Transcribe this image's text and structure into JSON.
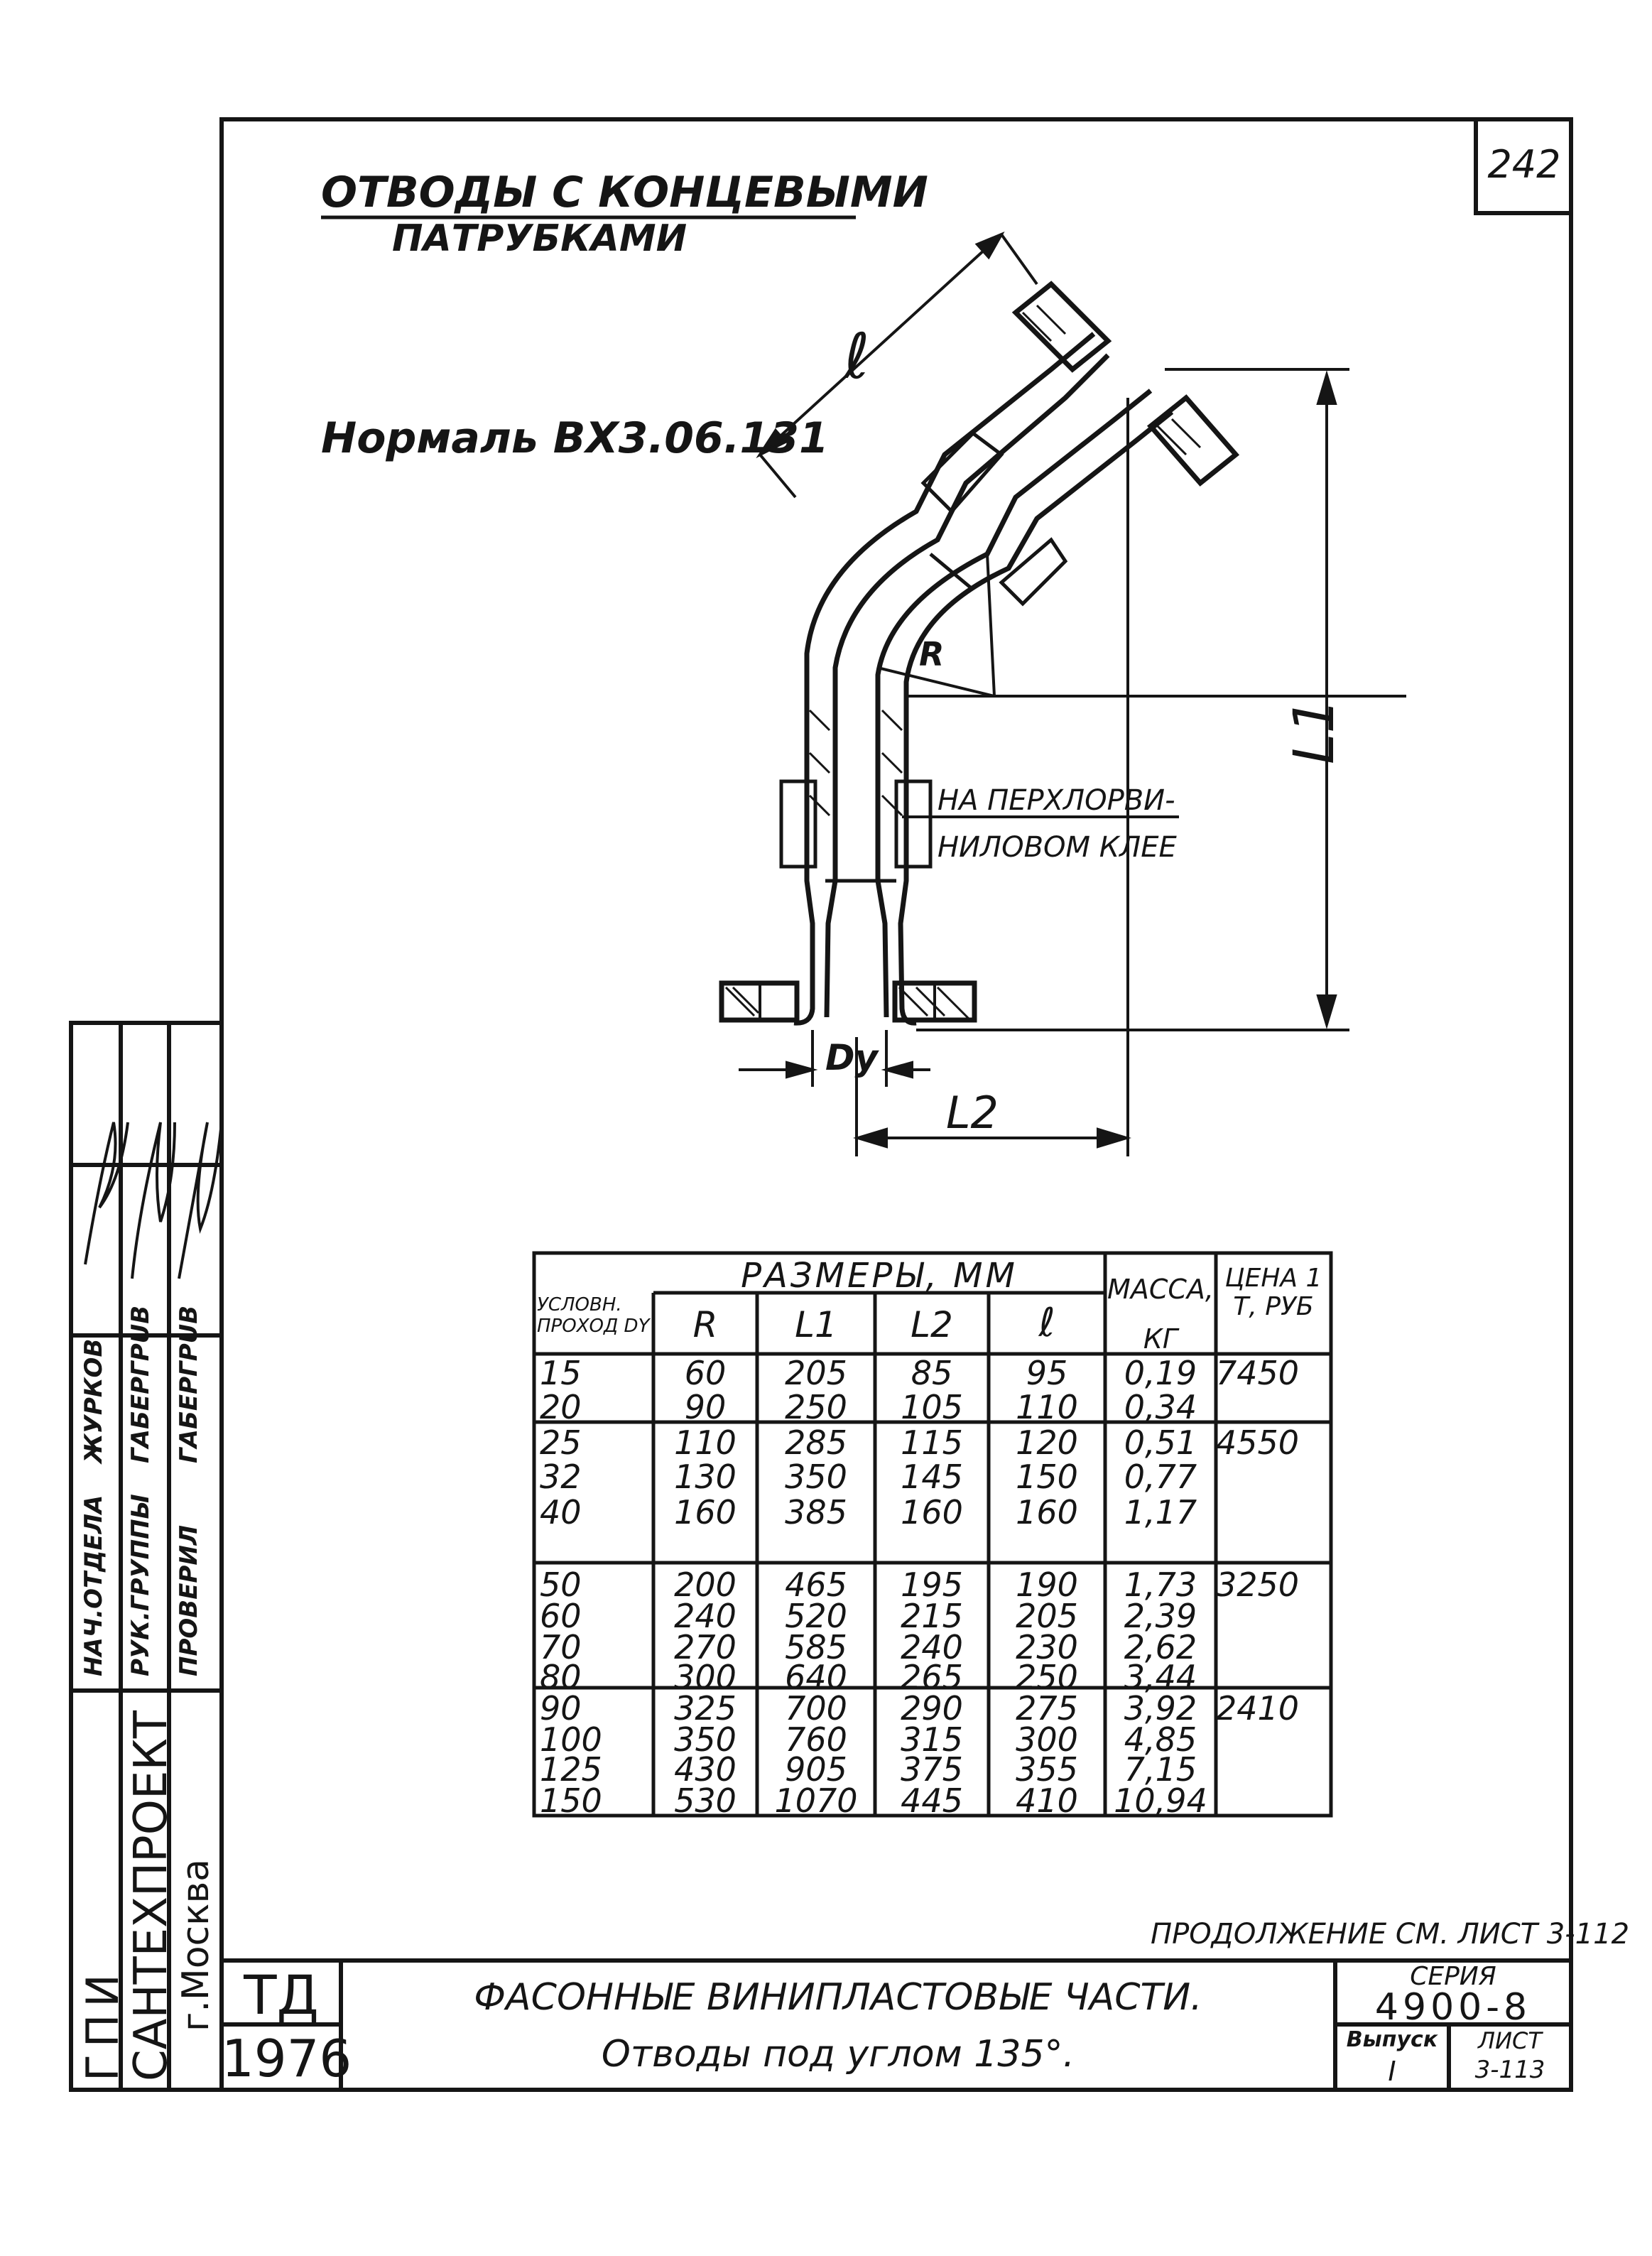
{
  "sheet_number": "242",
  "title": {
    "line1": "Отводы с концевыми",
    "line2": "патрубками"
  },
  "norm_label": "Нормаль ВХ3.06.131",
  "drawing_labels": {
    "l": "ℓ",
    "R": "R",
    "L1": "L1",
    "L2": "L2",
    "Dy": "Dy",
    "glue_note_line1": "На перхлорви-",
    "glue_note_line2": "ниловом клее"
  },
  "table": {
    "group_header": "Размеры, мм",
    "col_passage": "Условн. проход Dy",
    "col_R": "R",
    "col_L1": "L1",
    "col_L2": "L2",
    "col_l": "ℓ",
    "col_mass": "Масса, кг",
    "col_price": "Цена 1 т, руб",
    "rows": [
      {
        "dy": "15",
        "r": "60",
        "l1": "205",
        "l2": "85",
        "l": "95",
        "mass": "0,19",
        "price": "7450"
      },
      {
        "dy": "20",
        "r": "90",
        "l1": "250",
        "l2": "105",
        "l": "110",
        "mass": "0,34",
        "price": ""
      },
      {
        "dy": "25",
        "r": "110",
        "l1": "285",
        "l2": "115",
        "l": "120",
        "mass": "0,51",
        "price": "4550"
      },
      {
        "dy": "32",
        "r": "130",
        "l1": "350",
        "l2": "145",
        "l": "150",
        "mass": "0,77",
        "price": ""
      },
      {
        "dy": "40",
        "r": "160",
        "l1": "385",
        "l2": "160",
        "l": "160",
        "mass": "1,17",
        "price": ""
      },
      {
        "dy": "50",
        "r": "200",
        "l1": "465",
        "l2": "195",
        "l": "190",
        "mass": "1,73",
        "price": "3250"
      },
      {
        "dy": "60",
        "r": "240",
        "l1": "520",
        "l2": "215",
        "l": "205",
        "mass": "2,39",
        "price": ""
      },
      {
        "dy": "70",
        "r": "270",
        "l1": "585",
        "l2": "240",
        "l": "230",
        "mass": "2,62",
        "price": ""
      },
      {
        "dy": "80",
        "r": "300",
        "l1": "640",
        "l2": "265",
        "l": "250",
        "mass": "3,44",
        "price": ""
      },
      {
        "dy": "90",
        "r": "325",
        "l1": "700",
        "l2": "290",
        "l": "275",
        "mass": "3,92",
        "price": "2410"
      },
      {
        "dy": "100",
        "r": "350",
        "l1": "760",
        "l2": "315",
        "l": "300",
        "mass": "4,85",
        "price": ""
      },
      {
        "dy": "125",
        "r": "430",
        "l1": "905",
        "l2": "375",
        "l": "355",
        "mass": "7,15",
        "price": ""
      },
      {
        "dy": "150",
        "r": "530",
        "l1": "1070",
        "l2": "445",
        "l": "410",
        "mass": "10,94",
        "price": ""
      }
    ]
  },
  "continuation": "Продолжение см. лист 3-112",
  "stamp": {
    "td": "ТД",
    "year": "1976",
    "caption_line1": "Фасонные винипластовые части.",
    "caption_line2": "Отводы под углом 135°.",
    "series_label": "Серия",
    "series_value": "4900-8",
    "issue_label": "Выпуск",
    "issue_value": "I",
    "sheet_label": "Лист",
    "sheet_value": "3-113"
  },
  "side_block": {
    "org_line1": "ГПИ",
    "org_line2": "САНТЕХПРОЕКТ",
    "org_line3": "г.Москва",
    "roles": [
      "Нач.отдела",
      "Рук.группы",
      "Проверил"
    ],
    "names": [
      "Журков",
      "Габергрub",
      "Габергрub"
    ]
  },
  "colors": {
    "ink": "#151515",
    "paper": "#ffffff"
  }
}
